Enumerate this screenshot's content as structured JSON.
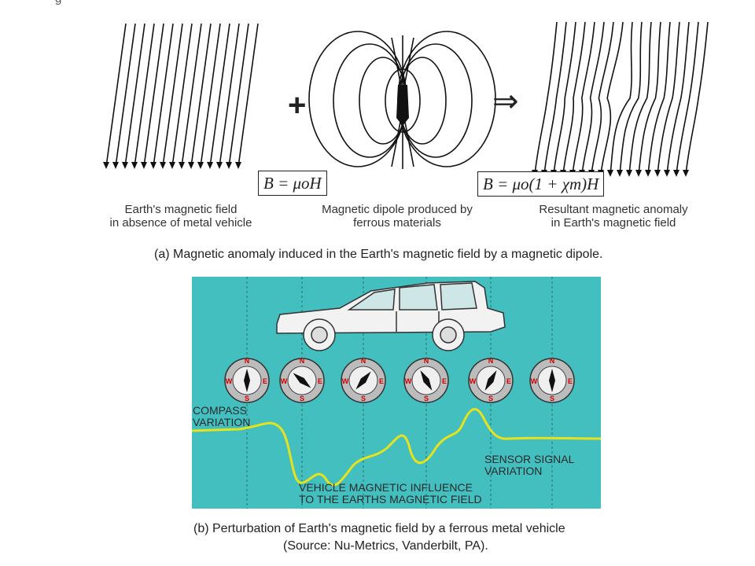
{
  "top_cropped_text": "g",
  "panel_a": {
    "plus_sign": "+",
    "implies_symbol": "⇒",
    "formula_left": "B = μoH",
    "formula_right": "B = μo(1 + χm)H",
    "label_earth_line1": "Earth's magnetic field",
    "label_earth_line2": "in absence of metal vehicle",
    "label_dipole_line1": "Magnetic dipole produced by",
    "label_dipole_line2": "ferrous materials",
    "label_result_line1": "Resultant magnetic anomaly",
    "label_result_line2": "in Earth's magnetic field",
    "caption": "(a) Magnetic anomaly induced in the Earth's magnetic field by a magnetic dipole."
  },
  "panel_b": {
    "background_color": "#43bfbf",
    "signal_color": "#e6e21c",
    "compass_labels": {
      "north": "N",
      "south": "S",
      "east": "E",
      "west": "W"
    },
    "compass_variation_line1": "COMPASS",
    "compass_variation_line2": "VARIATION",
    "sensor_signal_line1": "SENSOR SIGNAL",
    "sensor_signal_line2": "VARIATION",
    "vehicle_influence_line1": "VEHICLE MAGNETIC INFLUENCE",
    "vehicle_influence_line2": "TO THE EARTHS MAGNETIC FIELD",
    "caption_line1": "(b) Perturbation of Earth's magnetic field by a ferrous metal vehicle",
    "caption_line2": "(Source: Nu-Metrics, Vanderbilt, PA)."
  }
}
